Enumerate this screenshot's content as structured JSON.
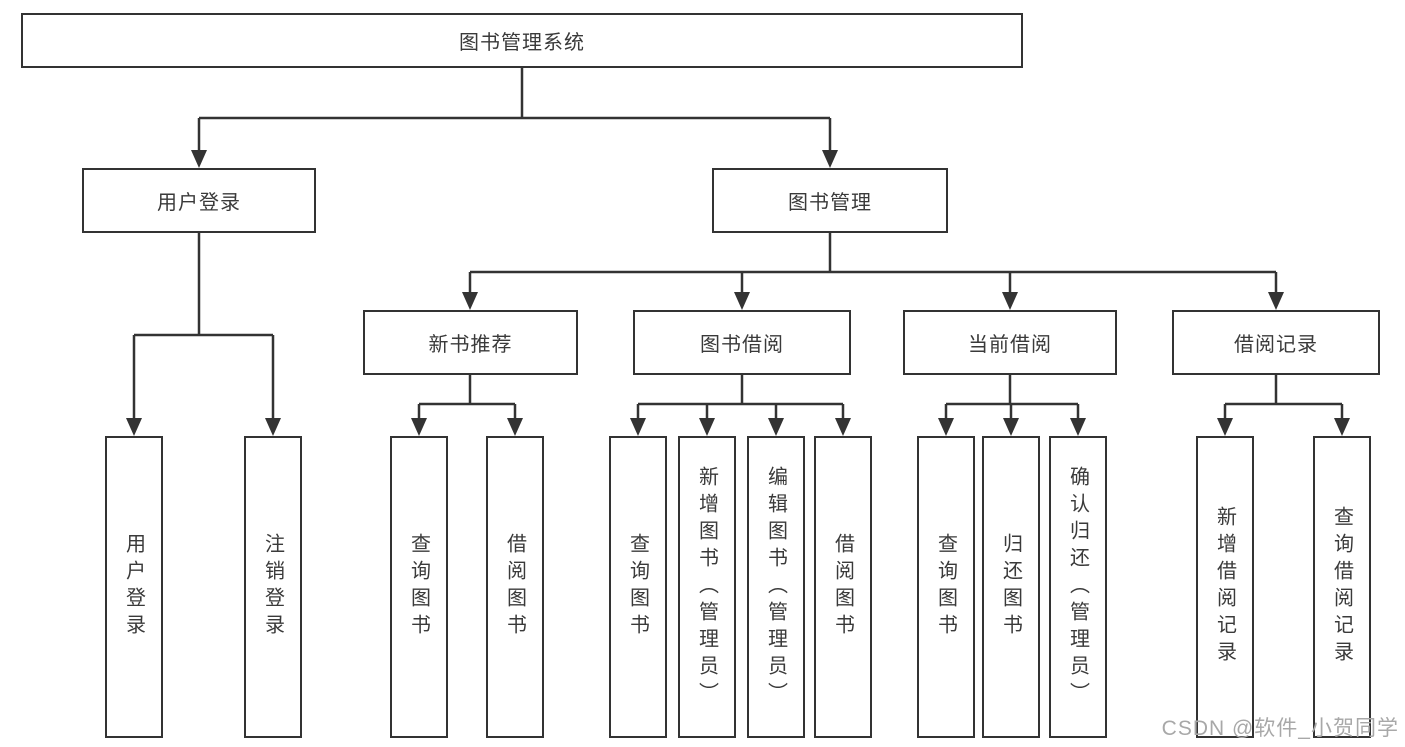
{
  "colors": {
    "line": "#333333",
    "box_border": "#333333",
    "text": "#3a3a3a",
    "background": "#ffffff",
    "watermark": "#a8a8a8"
  },
  "watermark": {
    "text": "CSDN @软件_小贺同学"
  },
  "diagram": {
    "type": "tree",
    "root": {
      "label": "图书管理系统"
    },
    "branches": {
      "user_login": {
        "label": "用户登录",
        "children": [
          {
            "label": "用户登录"
          },
          {
            "label": "注销登录"
          }
        ]
      },
      "book_management": {
        "label": "图书管理",
        "children": [
          {
            "label": "新书推荐",
            "children": [
              {
                "label": "查询图书"
              },
              {
                "label": "借阅图书"
              }
            ]
          },
          {
            "label": "图书借阅",
            "children": [
              {
                "label": "查询图书"
              },
              {
                "label": "新增图书（管理员）"
              },
              {
                "label": "编辑图书（管理员）"
              },
              {
                "label": "借阅图书"
              }
            ]
          },
          {
            "label": "当前借阅",
            "children": [
              {
                "label": "查询图书"
              },
              {
                "label": "归还图书"
              },
              {
                "label": "确认归还（管理员）"
              }
            ]
          },
          {
            "label": "借阅记录",
            "children": [
              {
                "label": "新增借阅记录"
              },
              {
                "label": "查询借阅记录"
              }
            ]
          }
        ]
      }
    }
  }
}
